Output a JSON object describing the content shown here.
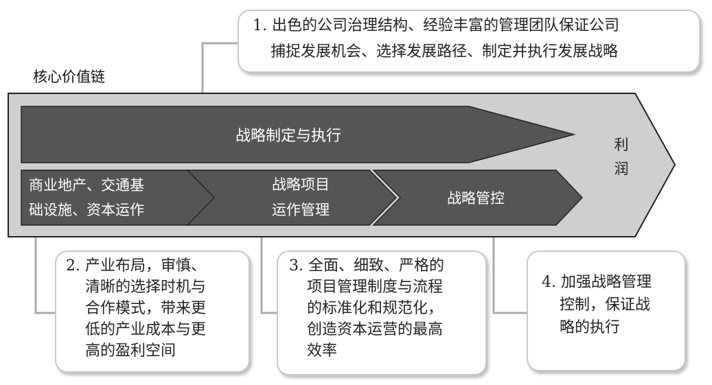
{
  "diagram": {
    "title": "核心价值链",
    "profit_label": [
      "利",
      "润"
    ],
    "strategy_arrow": "战略制定与执行",
    "segments": [
      {
        "lines": [
          "商业地产、交通基",
          "础设施、资本运作"
        ]
      },
      {
        "lines": [
          "战略项目",
          "运作管理"
        ]
      },
      {
        "lines": [
          "战略管控"
        ]
      }
    ],
    "callouts": [
      {
        "lines": [
          "1. 出色的公司治理结构、经验丰富的管理团队保证公司",
          "捕捉发展机会、选择发展路径、制定并执行发展战略"
        ]
      },
      {
        "lines": [
          "2. 产业布局，审慎、",
          "清晰的选择时机与",
          "合作模式，带来更",
          "低的产业成本与更",
          "高的盈利空间"
        ]
      },
      {
        "lines": [
          "3. 全面、细致、严格的",
          "项目管理制度与流程",
          "的标准化和规范化，",
          "创造资本运营的最高",
          "效率"
        ]
      },
      {
        "lines": [
          "4. 加强战略管理",
          "控制，保证战",
          "略的执行"
        ]
      }
    ]
  }
}
